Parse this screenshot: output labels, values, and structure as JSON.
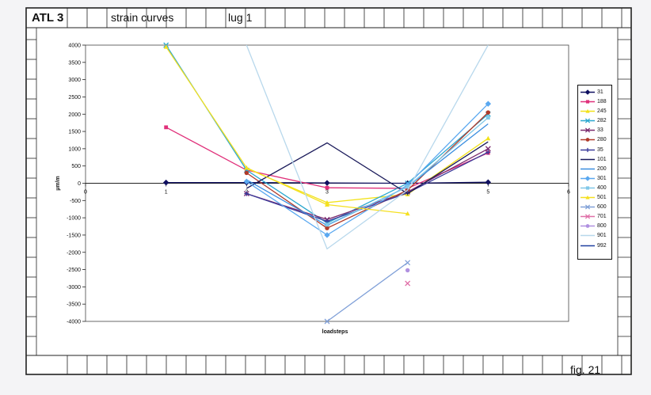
{
  "header": {
    "id_label": "ATL  3",
    "kind_label": "strain  curves",
    "part_label": "lug  1"
  },
  "footer": {
    "figure_label": "fig.  21"
  },
  "chart_data": {
    "type": "line",
    "title": "",
    "xlabel": "loadsteps",
    "ylabel": "µm/m",
    "xlim": [
      0,
      6
    ],
    "ylim": [
      -4000,
      4000
    ],
    "x_ticks": [
      0,
      1,
      2,
      3,
      4,
      5,
      6
    ],
    "y_ticks": [
      4000,
      3500,
      3000,
      2500,
      2000,
      1500,
      1000,
      500,
      0,
      -500,
      -1000,
      -1500,
      -2000,
      -2500,
      -3000,
      -3500,
      -4000
    ],
    "grid": "none",
    "legend_position": "right",
    "series": [
      {
        "name": "31",
        "color": "#101060",
        "marker": "diamond",
        "points": [
          [
            1,
            20
          ],
          [
            2,
            20
          ],
          [
            3,
            10
          ],
          [
            4,
            0
          ],
          [
            5,
            30
          ]
        ]
      },
      {
        "name": "188",
        "color": "#e0307a",
        "marker": "square",
        "points": [
          [
            1,
            1620
          ],
          [
            2,
            380
          ],
          [
            3,
            -130
          ],
          [
            4,
            -150
          ],
          [
            5,
            880
          ]
        ]
      },
      {
        "name": "245",
        "color": "#f2e21a",
        "marker": "triangle",
        "points": [
          [
            2,
            430
          ],
          [
            3,
            -560
          ],
          [
            4,
            -320
          ],
          [
            5,
            1300
          ]
        ]
      },
      {
        "name": "282",
        "color": "#2aa7cf",
        "marker": "x",
        "points": [
          [
            1,
            4000
          ],
          [
            2,
            380
          ],
          [
            3,
            -1150
          ],
          [
            4,
            0
          ],
          [
            5,
            2000
          ]
        ]
      },
      {
        "name": "33",
        "color": "#7a2a6e",
        "marker": "x",
        "points": [
          [
            2,
            -300
          ],
          [
            3,
            -1050
          ],
          [
            4,
            -250
          ],
          [
            5,
            1000
          ]
        ]
      },
      {
        "name": "280",
        "color": "#b03a2a",
        "marker": "circle",
        "points": [
          [
            2,
            300
          ],
          [
            3,
            -1300
          ],
          [
            4,
            -200
          ],
          [
            5,
            2050
          ]
        ]
      },
      {
        "name": "35",
        "color": "#3a3a9a",
        "marker": "plus",
        "points": [
          [
            2,
            -300
          ],
          [
            3,
            -1100
          ],
          [
            4,
            -280
          ],
          [
            5,
            900
          ]
        ]
      },
      {
        "name": "101",
        "color": "#1a1a5a",
        "marker": "none",
        "points": [
          [
            2,
            -150
          ],
          [
            3,
            1170
          ],
          [
            4,
            -300
          ],
          [
            5,
            1200
          ]
        ]
      },
      {
        "name": "200",
        "color": "#3a8ee0",
        "marker": "none",
        "points": [
          [
            2,
            100
          ],
          [
            3,
            -1220
          ],
          [
            4,
            -100
          ],
          [
            5,
            1720
          ]
        ]
      },
      {
        "name": "301",
        "color": "#5aa8f0",
        "marker": "diamond",
        "points": [
          [
            2,
            50
          ],
          [
            3,
            -1500
          ],
          [
            4,
            -50
          ],
          [
            5,
            2300
          ]
        ]
      },
      {
        "name": "400",
        "color": "#80c8e8",
        "marker": "square",
        "points": [
          [
            3,
            -1200
          ],
          [
            4,
            -100
          ],
          [
            5,
            1900
          ]
        ]
      },
      {
        "name": "501",
        "color": "#f5e020",
        "marker": "triangle",
        "points": [
          [
            1,
            3950
          ],
          [
            2,
            450
          ],
          [
            3,
            -620
          ],
          [
            4,
            -880
          ]
        ]
      },
      {
        "name": "600",
        "color": "#80a0d8",
        "marker": "x",
        "points": [
          [
            3,
            -4000
          ],
          [
            4,
            -2300
          ]
        ]
      },
      {
        "name": "701",
        "color": "#e070a8",
        "marker": "x",
        "points": [
          [
            4,
            -2900
          ]
        ]
      },
      {
        "name": "800",
        "color": "#b090e0",
        "marker": "circle",
        "points": [
          [
            4,
            -2520
          ]
        ]
      },
      {
        "name": "901",
        "color": "#b8d8ec",
        "marker": "none",
        "points": [
          [
            2,
            4000
          ],
          [
            3,
            -1900
          ],
          [
            4,
            -200
          ],
          [
            5,
            4000
          ]
        ]
      },
      {
        "name": "992",
        "color": "#2040a0",
        "marker": "none",
        "points": []
      }
    ]
  }
}
